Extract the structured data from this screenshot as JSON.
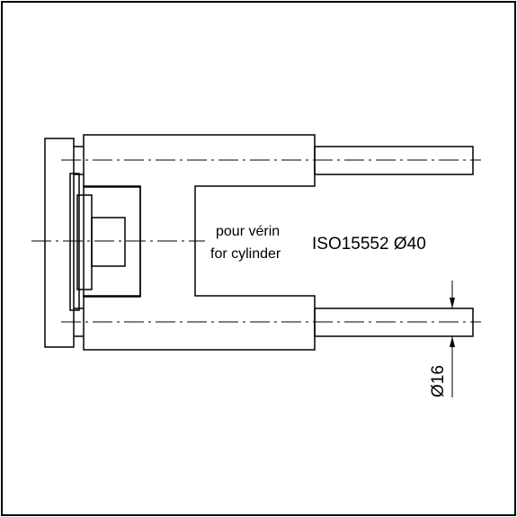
{
  "labels": {
    "line1": "pour vérin",
    "line2": "for cylinder",
    "standard": "ISO15552 Ø40",
    "rod_diameter": "Ø16"
  }
}
